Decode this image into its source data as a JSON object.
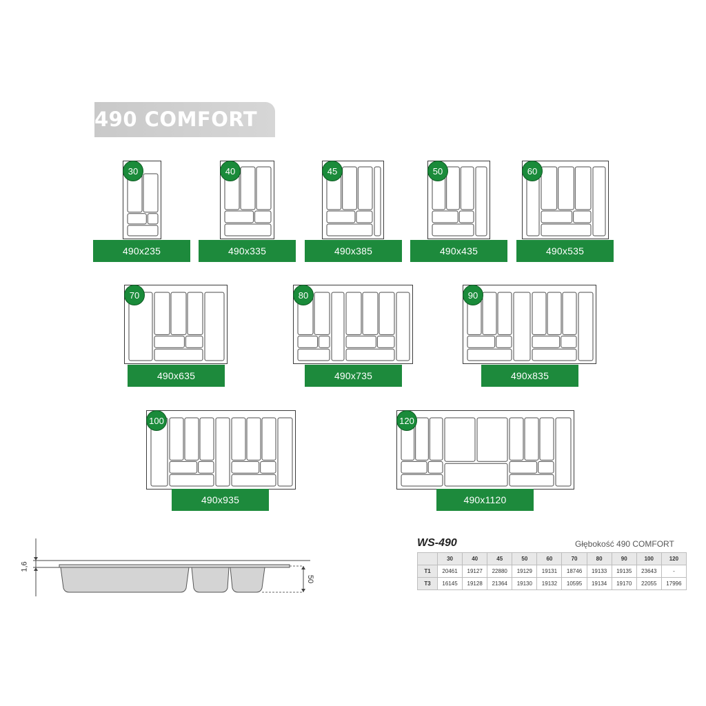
{
  "title": "490 COMFORT",
  "colors": {
    "accent": "#1d8a3c",
    "title_bar": "#cfcfcf",
    "outline": "#3a3a3a"
  },
  "trays": [
    {
      "code": "30",
      "size": "490x235",
      "layout": "t30"
    },
    {
      "code": "40",
      "size": "490x335",
      "layout": "t40"
    },
    {
      "code": "45",
      "size": "490x385",
      "layout": "t45"
    },
    {
      "code": "50",
      "size": "490x435",
      "layout": "t50"
    },
    {
      "code": "60",
      "size": "490x535",
      "layout": "t60"
    },
    {
      "code": "70",
      "size": "490x635",
      "layout": "t70"
    },
    {
      "code": "80",
      "size": "490x735",
      "layout": "t80"
    },
    {
      "code": "90",
      "size": "490x835",
      "layout": "t90"
    },
    {
      "code": "100",
      "size": "490x935",
      "layout": "t100"
    },
    {
      "code": "120",
      "size": "490x1120",
      "layout": "t120"
    }
  ],
  "profile": {
    "rim_label": "1,6",
    "depth_label": "50"
  },
  "table": {
    "title": "WS-490",
    "depth_note": "Głębokość 490 COMFORT",
    "headers": [
      "30",
      "40",
      "45",
      "50",
      "60",
      "70",
      "80",
      "90",
      "100",
      "120"
    ],
    "rows": [
      {
        "label": "T1",
        "values": [
          "20461",
          "19127",
          "22880",
          "19129",
          "19131",
          "18746",
          "19133",
          "19135",
          "23643",
          "-"
        ]
      },
      {
        "label": "T3",
        "values": [
          "16145",
          "19128",
          "21364",
          "19130",
          "19132",
          "10595",
          "19134",
          "19170",
          "22055",
          "17996"
        ]
      }
    ]
  }
}
